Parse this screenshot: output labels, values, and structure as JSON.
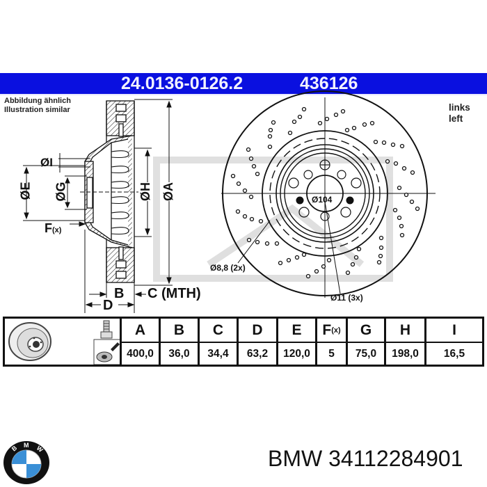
{
  "header": {
    "part_number": "24.0136-0126.2",
    "ate_number": "436126",
    "banner_color": "#0a10e0"
  },
  "notes": {
    "line1": "Abbildung ähnlich",
    "line2": "Illustration similar"
  },
  "side_label": {
    "line1": "links",
    "line2": "left"
  },
  "drawing": {
    "section_labels": {
      "diam_I": "ØI",
      "diam_E": "ØE",
      "diam_G": "ØG",
      "diam_H": "ØH",
      "diam_A": "ØA",
      "F": "F",
      "F_sub": "(x)",
      "B": "B",
      "C": "C (MTH)",
      "D": "D"
    },
    "front_labels": {
      "center_bore": "Ø104",
      "small_hole": "Ø8,8 (2x)",
      "bolt_hole": "Ø11 (3x)"
    }
  },
  "table": {
    "icons": [
      "brake-disc-icon",
      "bolt-icon",
      "wrench-tighten-icon"
    ],
    "headers": [
      "A",
      "B",
      "C",
      "D",
      "E",
      "F",
      "G",
      "H",
      "I"
    ],
    "header_F_sub": "(x)",
    "values": [
      "400,0",
      "36,0",
      "34,4",
      "63,2",
      "120,0",
      "5",
      "75,0",
      "198,0",
      "16,5"
    ]
  },
  "footer": {
    "brand_text": "BMW 34112284901",
    "logo_letters": [
      "B",
      "M",
      "W"
    ],
    "logo_colors": {
      "blue": "#3a8fd6",
      "white": "#ffffff",
      "ring": "#111111"
    }
  }
}
